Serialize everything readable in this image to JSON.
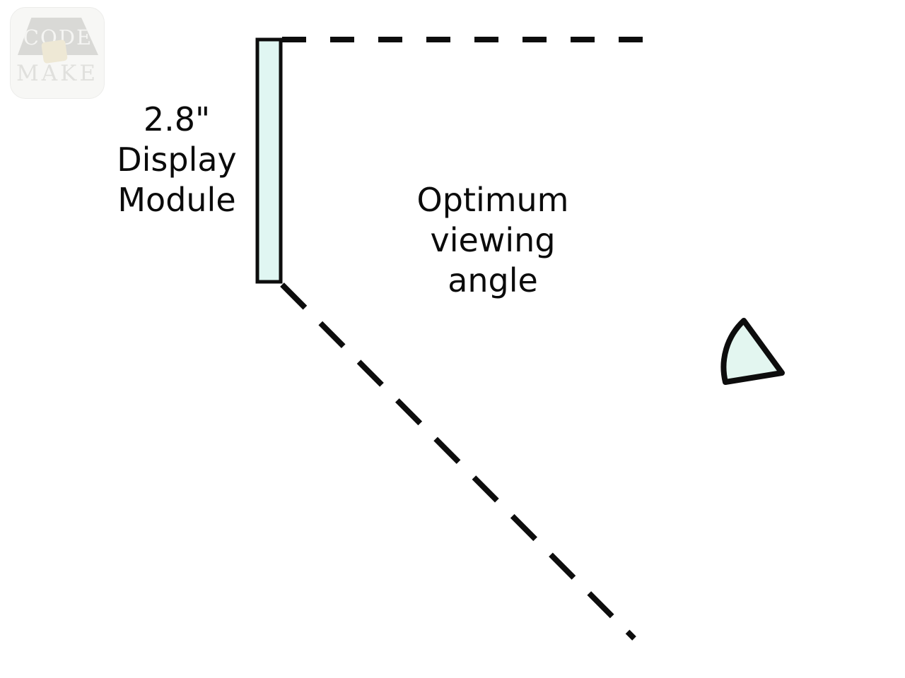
{
  "watermark": {
    "line1": "CODE",
    "line2": "MAKE"
  },
  "labels": {
    "module_lines": [
      "2.8\"",
      "Display",
      "Module"
    ],
    "angle_lines": [
      "Optimum",
      "viewing",
      "angle"
    ]
  },
  "colors": {
    "background": "#ffffff",
    "ink": "#0d0d0d",
    "panel_fill": "#e0f6f2",
    "eye_fill": "#e3f6f0",
    "watermark_roof": "#d9d9d6",
    "watermark_text": "#e0e0dd"
  }
}
